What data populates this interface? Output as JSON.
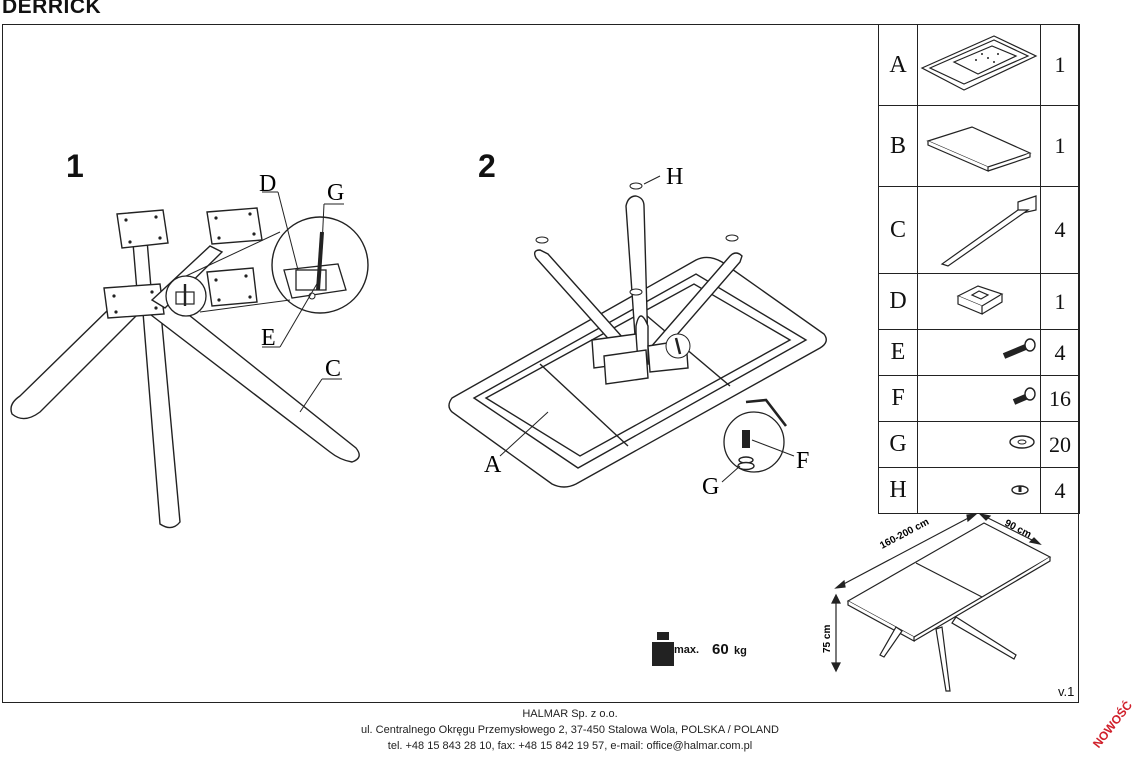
{
  "title": "DERRICK",
  "steps": [
    {
      "number": "1",
      "labels": [
        "D",
        "G",
        "E",
        "C"
      ]
    },
    {
      "number": "2",
      "labels": [
        "H",
        "A",
        "F",
        "G"
      ]
    }
  ],
  "parts": [
    {
      "letter": "A",
      "qty": "1",
      "icon": "tabletop-frame-icon"
    },
    {
      "letter": "B",
      "qty": "1",
      "icon": "extension-panel-icon"
    },
    {
      "letter": "C",
      "qty": "4",
      "icon": "table-leg-icon"
    },
    {
      "letter": "D",
      "qty": "1",
      "icon": "leg-connector-icon"
    },
    {
      "letter": "E",
      "qty": "4",
      "icon": "long-bolt-icon"
    },
    {
      "letter": "F",
      "qty": "16",
      "icon": "short-bolt-icon"
    },
    {
      "letter": "G",
      "qty": "20",
      "icon": "washer-icon"
    },
    {
      "letter": "H",
      "qty": "4",
      "icon": "foot-pad-icon"
    }
  ],
  "dimensions": {
    "length": "160-200 cm",
    "width": "90 cm",
    "height": "75 cm"
  },
  "max_load": {
    "label": "max.",
    "value": "60",
    "unit": "kg"
  },
  "version": "v.1",
  "footer": {
    "company": "HALMAR Sp. z o.o.",
    "address": "ul. Centralnego Okręgu Przemysłowego 2, 37-450 Stalowa Wola, POLSKA / POLAND",
    "contact": "tel. +48 15 843 28 10, fax: +48 15 842 19 57, e-mail: office@halmar.com.pl"
  },
  "badge": "NOWOŚĆ"
}
